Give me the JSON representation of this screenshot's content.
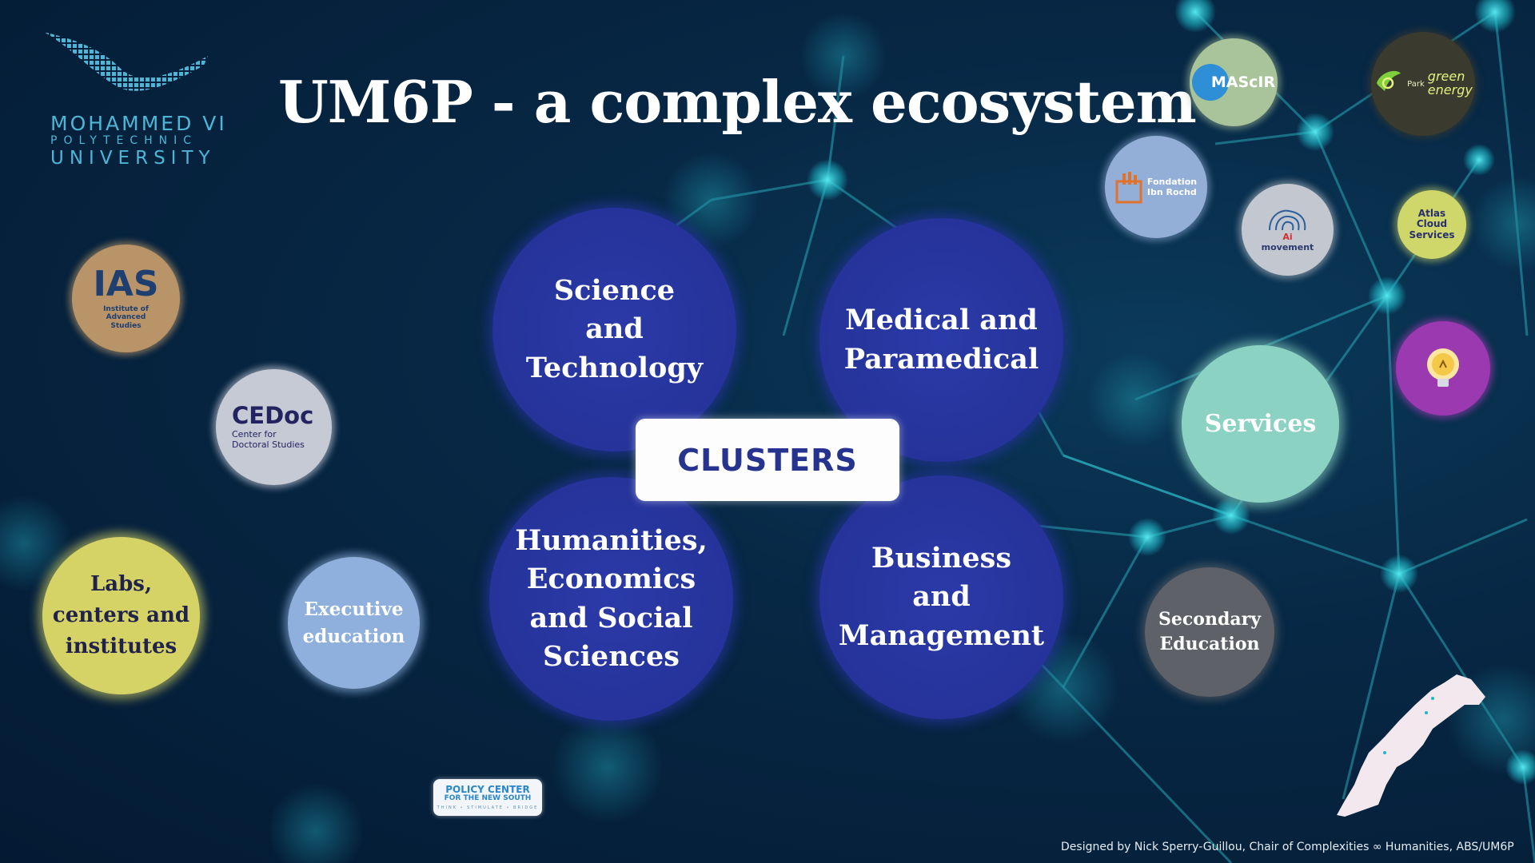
{
  "title": "UM6P  - a complex ecosystem",
  "university_logo": {
    "line1": "MOHAMMED VI",
    "line2": "POLYTECHNIC",
    "line3": "UNIVERSITY"
  },
  "clusters_label": "CLUSTERS",
  "clusters": {
    "science": [
      "Science",
      "and",
      "Technology"
    ],
    "medical": [
      "Medical and",
      "Paramedical"
    ],
    "humanities": [
      "Humanities,",
      "Economics",
      "and Social",
      "Sciences"
    ],
    "business": [
      "Business",
      "and",
      "Management"
    ]
  },
  "satellites": {
    "ias": {
      "big": "IAS",
      "small": [
        "Institute of",
        "Advanced",
        "Studies"
      ]
    },
    "cedoc": {
      "big": "CEDoc",
      "small": [
        "Center for",
        "Doctoral Studies"
      ]
    },
    "labs": [
      "Labs,",
      "centers and",
      "institutes"
    ],
    "executive": [
      "Executive",
      "education"
    ],
    "services": "Services",
    "secondary": [
      "Secondary",
      "Education"
    ],
    "mascir": "MAScIR",
    "green_energy": {
      "park": "Park",
      "label": [
        "green",
        "energy"
      ]
    },
    "fondation": [
      "Fondation",
      "Ibn Rochd"
    ],
    "ai_movement": {
      "prefix": "Ai",
      "rest": " movement"
    },
    "atlas": [
      "Atlas",
      "Cloud",
      "Services"
    ],
    "policy_center": {
      "l1": "POLICY CENTER",
      "l2": "FOR THE NEW SOUTH",
      "l3": "THINK • STIMULATE • BRIDGE"
    }
  },
  "credit": "Designed by Nick Sperry-Guillou, Chair of Complexities ∞ Humanities, ABS/UM6P",
  "colors": {
    "background": "#041a33",
    "cluster": "#25339a",
    "network": "#1fb7c7"
  }
}
